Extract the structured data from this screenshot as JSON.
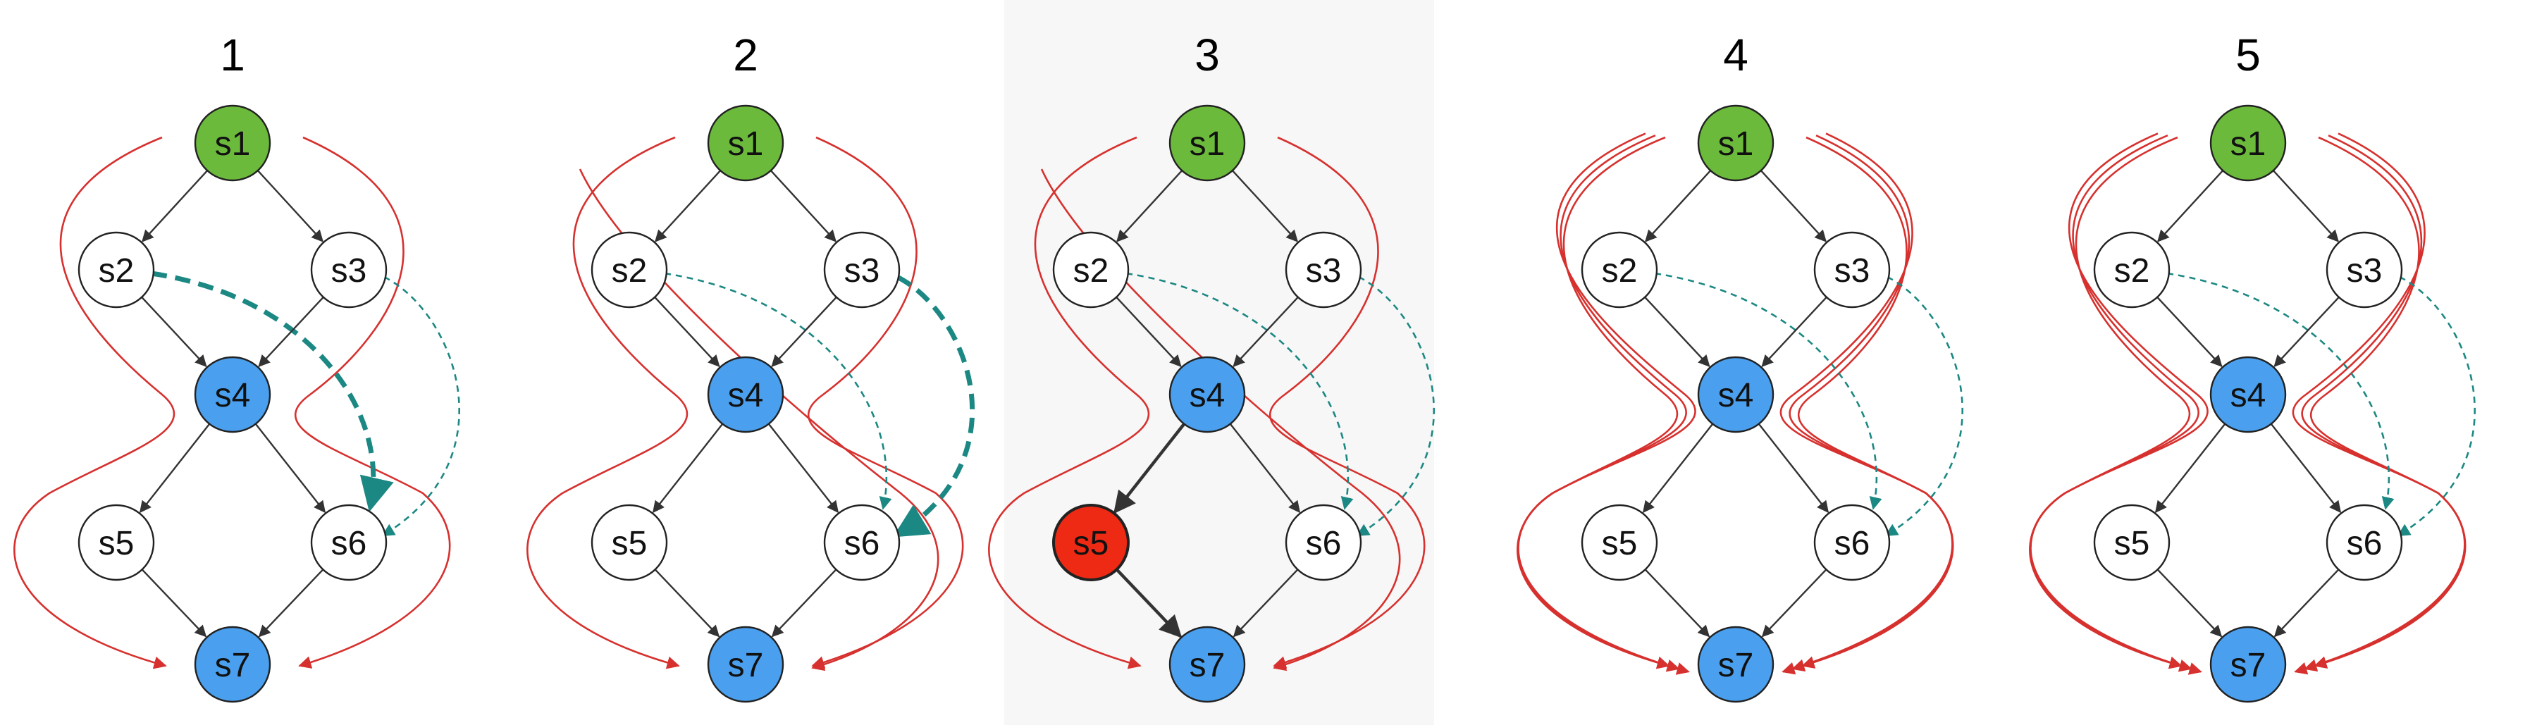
{
  "panels": [
    {
      "title": "1",
      "s5_state": "unvisited"
    },
    {
      "title": "2",
      "s5_state": "unvisited"
    },
    {
      "title": "3",
      "s5_state": "error"
    },
    {
      "title": "4",
      "s5_state": "unvisited"
    },
    {
      "title": "5",
      "s5_state": "unvisited"
    }
  ],
  "nodes": [
    {
      "id": "s1",
      "label": "s1"
    },
    {
      "id": "s2",
      "label": "s2"
    },
    {
      "id": "s3",
      "label": "s3"
    },
    {
      "id": "s4",
      "label": "s4"
    },
    {
      "id": "s5",
      "label": "s5"
    },
    {
      "id": "s6",
      "label": "s6"
    },
    {
      "id": "s7",
      "label": "s7"
    }
  ],
  "edges": [
    [
      "s1",
      "s2"
    ],
    [
      "s1",
      "s3"
    ],
    [
      "s2",
      "s4"
    ],
    [
      "s3",
      "s4"
    ],
    [
      "s4",
      "s5"
    ],
    [
      "s4",
      "s6"
    ],
    [
      "s5",
      "s7"
    ],
    [
      "s6",
      "s7"
    ]
  ],
  "colors": {
    "start": "#6cba3c",
    "hub": "#4aa0ee",
    "error": "#ee2a14",
    "plain": "#ffffff",
    "flow": "#d6312e",
    "dashed": "#1c8883",
    "edge": "#333333"
  }
}
